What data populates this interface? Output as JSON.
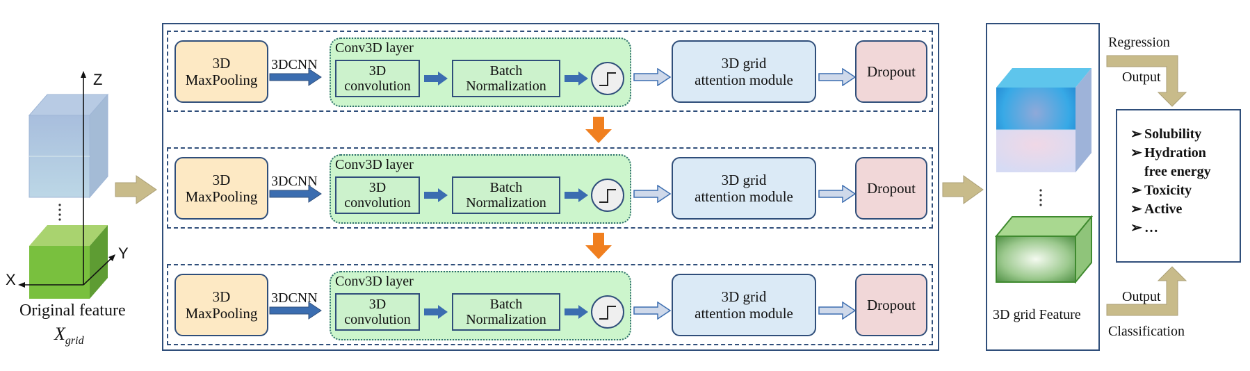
{
  "left": {
    "axes": {
      "z": "Z",
      "y": "Y",
      "x": "X"
    },
    "caption": "Original feature",
    "symbol": "X",
    "symbol_sub": "grid"
  },
  "rows": [
    {
      "pool": "3D\nMaxPooling",
      "cnn": "3DCNN",
      "conv_title": "Conv3D layer",
      "conv": "3D\nconvolution",
      "bn": "Batch\nNormalization",
      "attention": "3D grid\nattention module",
      "dropout": "Dropout"
    },
    {
      "pool": "3D\nMaxPooling",
      "cnn": "3DCNN",
      "conv_title": "Conv3D layer",
      "conv": "3D\nconvolution",
      "bn": "Batch\nNormalization",
      "attention": "3D grid\nattention module",
      "dropout": "Dropout"
    },
    {
      "pool": "3D\nMaxPooling",
      "cnn": "3DCNN",
      "conv_title": "Conv3D layer",
      "conv": "3D\nconvolution",
      "bn": "Batch\nNormalization",
      "attention": "3D grid\nattention module",
      "dropout": "Dropout"
    }
  ],
  "feature": {
    "label": "3D grid Feature"
  },
  "outputs": {
    "regression": "Regression",
    "output_top": "Output",
    "output_bottom": "Output",
    "classification": "Classification",
    "properties": [
      "Solubility",
      "Hydration\nfree energy",
      "Toxicity",
      "Active",
      "…"
    ]
  },
  "colors": {
    "block_border": "#2f4e7a",
    "maxpool_fill": "#fde9c4",
    "conv_fill": "#ccf5cc",
    "attention_fill": "#dbeaf6",
    "dropout_fill": "#f1d7d8",
    "orange_arrow": "#f07f1f",
    "tan_arrow": "#c8bb8a"
  }
}
